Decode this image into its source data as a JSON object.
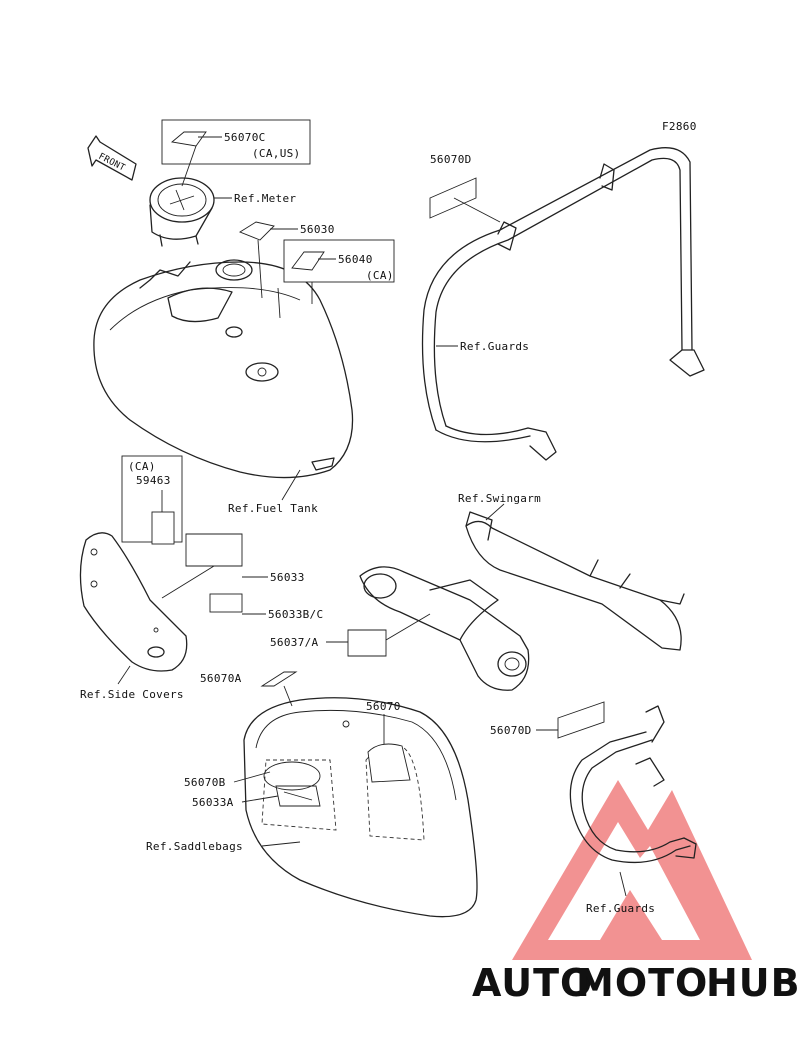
{
  "figure_code": "F2860",
  "direction_label": "FRONT",
  "parts": {
    "meter_decal": "56070C",
    "meter_decal_note": "(CA,US)",
    "tank_decal_a": "56030",
    "tank_decal_b": "56040",
    "tank_decal_b_note": "(CA)",
    "guard_decal_upper": "56070D",
    "ca_group_note": "(CA)",
    "side_decal_ca": "59463",
    "side_decal_a": "56033",
    "side_decal_b": "56033B/C",
    "swingarm_decal": "56037/A",
    "saddle_decal_top": "56070A",
    "saddle_decal_inner": "56070",
    "saddle_decal_b": "56070B",
    "saddle_decal_c": "56033A",
    "guard_decal_lower": "56070D"
  },
  "refs": {
    "meter": "Ref.Meter",
    "guards_upper": "Ref.Guards",
    "fuel_tank": "Ref.Fuel Tank",
    "swingarm": "Ref.Swingarm",
    "side_covers": "Ref.Side Covers",
    "saddlebags": "Ref.Saddlebags",
    "guards_lower": "Ref.Guards"
  },
  "watermark": {
    "part1": "AUTO",
    "part2": "MOTO",
    "part3": "HUB",
    "color1": "#f5b25a",
    "color2": "#f08a8a",
    "color3": "#6e6e6e",
    "logo_color": "#f08080"
  }
}
